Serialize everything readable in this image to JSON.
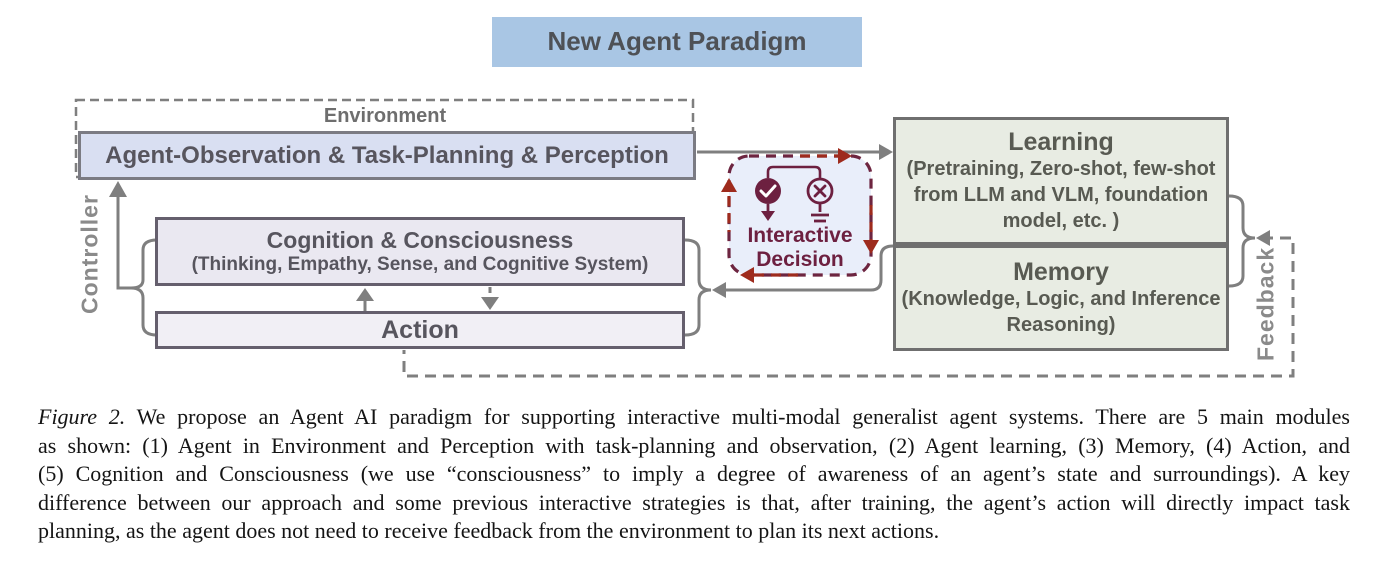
{
  "title": {
    "label": "New Agent Paradigm"
  },
  "diagram": {
    "environment": {
      "label": "Environment"
    },
    "agent_observation": {
      "label": "Agent-Observation & Task-Planning & Perception"
    },
    "controller": {
      "label": "Controller"
    },
    "cognition": {
      "title": "Cognition & Consciousness",
      "subtitle": "(Thinking, Empathy, Sense, and Cognitive System)"
    },
    "action": {
      "label": "Action"
    },
    "interactive_decision": {
      "line1": "Interactive",
      "line2": "Decision",
      "icons": [
        "check-circle-icon",
        "cross-circle-icon",
        "cycle-arrows"
      ]
    },
    "learning": {
      "title": "Learning",
      "subtitle_lines": [
        "(Pretraining, Zero-shot, few-shot",
        "from LLM and VLM, foundation",
        "model, etc. )"
      ]
    },
    "memory": {
      "title": "Memory",
      "subtitle_lines": [
        "(Knowledge, Logic, and Inference",
        "Reasoning)"
      ]
    },
    "feedback": {
      "label": "Feedback"
    }
  },
  "colors": {
    "title_fill": "#a9c6e4",
    "agent_fill": "#d9dff2",
    "cognition_fill": "#eae8f1",
    "action_fill": "#f1eff5",
    "module_fill": "#e8ece3",
    "decision_fill": "#e9eefa",
    "decision_border": "#6d2540",
    "decision_arrow_red": "#9e2b1d",
    "connector_gray": "#7f7f7f",
    "text_gray": "#595959"
  },
  "caption": {
    "figure_label": "Figure 2.",
    "first_line_rest": " We propose an Agent AI paradigm for supporting interactive multi-modal generalist agent systems. There are 5 main modules",
    "lines": [
      "as shown: (1) Agent in Environment and Perception with task-planning and observation, (2) Agent learning, (3) Memory, (4) Action, and",
      "(5) Cognition and Consciousness (we use “consciousness” to imply a degree of awareness of an agent’s state and surroundings). A key",
      "difference between our approach and some previous interactive strategies is that, after training, the agent’s action will directly impact task",
      "planning, as the agent does not need to receive feedback from the environment to plan its next actions."
    ]
  }
}
